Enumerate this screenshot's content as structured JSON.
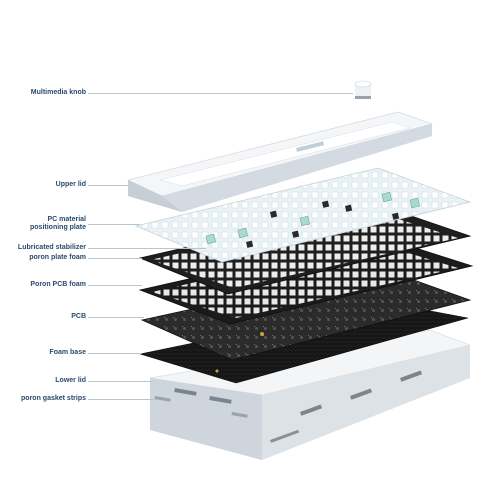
{
  "labels": [
    {
      "id": "knob",
      "text": "Multimedia knob"
    },
    {
      "id": "upper_lid",
      "text": "Upper lid"
    },
    {
      "id": "pc_plate",
      "text": "PC material positioning plate"
    },
    {
      "id": "stabilizer",
      "text": "Lubricated stabilizer"
    },
    {
      "id": "plate_foam",
      "text": "poron plate foam"
    },
    {
      "id": "pcb_foam",
      "text": "Poron PCB foam"
    },
    {
      "id": "pcb",
      "text": "PCB"
    },
    {
      "id": "foam_base",
      "text": "Foam base"
    },
    {
      "id": "lower_lid",
      "text": "Lower lid"
    },
    {
      "id": "gasket",
      "text": "poron gasket strips"
    }
  ],
  "colors": {
    "label_text": "#2c4a6b",
    "leader_line": "#b9c4cf",
    "frame": "#eef1f4",
    "frame_shadow": "#c9d0d8",
    "foam": "#1e1e1e",
    "pcb": "#2a2a2a",
    "foam_base": "#141414",
    "mint": "#a9d9cf"
  }
}
